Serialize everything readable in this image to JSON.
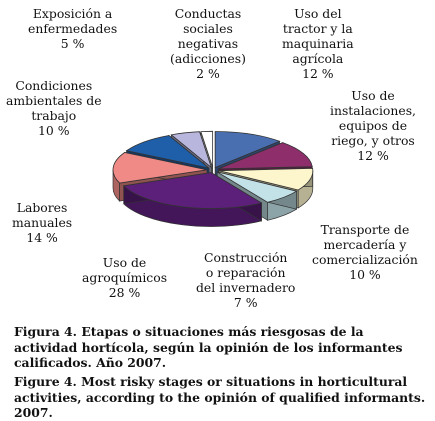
{
  "chart_data": {
    "type": "pie",
    "title": "",
    "slices": [
      {
        "label": "Uso del tractor y la maquinaria agrícola",
        "value": 12,
        "value_label": "12 %",
        "color": "#4a6fb0"
      },
      {
        "label": "Uso de instalaciones, equipos de riego, y otros",
        "value": 12,
        "value_label": "12 %",
        "color": "#8e2f6b"
      },
      {
        "label": "Transporte de mercadería y comercialización",
        "value": 10,
        "value_label": "10 %",
        "color": "#fdf6cc"
      },
      {
        "label": "Construcción o reparación del invernadero",
        "value": 7,
        "value_label": "7 %",
        "color": "#c2e2e8"
      },
      {
        "label": "Uso de agroquímicos",
        "value": 28,
        "value_label": "28 %",
        "color": "#5c1f7a"
      },
      {
        "label": "Labores manuales",
        "value": 14,
        "value_label": "14 %",
        "color": "#f08a86"
      },
      {
        "label": "Condiciones ambientales de trabajo",
        "value": 10,
        "value_label": "10 %",
        "color": "#1f5ea8"
      },
      {
        "label": "Exposición a enfermedades",
        "value": 5,
        "value_label": "5 %",
        "color": "#b9b6de"
      },
      {
        "label": "Conductas sociales negativas (adicciones)",
        "value": 2,
        "value_label": "2 %",
        "color": "#ffffff"
      }
    ]
  },
  "labels": [
    {
      "name": "Uso del\ntractor y la\nmaquinaria\nagrícola",
      "pct": "12 %"
    },
    {
      "name": "Uso de\ninstalaciones,\nequipos de\nriego, y otros",
      "pct": "12 %"
    },
    {
      "name": "Transporte de\nmercadería y\ncomercialización",
      "pct": "10 %"
    },
    {
      "name": "Construcción\no reparación\ndel invernadero",
      "pct": "7 %"
    },
    {
      "name": "Uso de\nagroquímicos",
      "pct": "28 %"
    },
    {
      "name": "Labores\nmanuales",
      "pct": "14 %"
    },
    {
      "name": "Condiciones\nambientales de\ntrabajo",
      "pct": "10 %"
    },
    {
      "name": "Exposición a\nenfermedades",
      "pct": "5 %"
    },
    {
      "name": "Conductas\nsociales\nnegativas\n(adicciones)",
      "pct": "2 %"
    }
  ],
  "caption_es": {
    "lead": "Figura 4.",
    "text": "Etapas o situaciones más riesgosas de la actividad hortícola, según la opinión de los informantes calificados. Año 2007."
  },
  "caption_en": {
    "lead": "Figure 4.",
    "text": "Most risky stages or situations in horticultural activities, according to the opinión of qualified informants. 2007."
  }
}
